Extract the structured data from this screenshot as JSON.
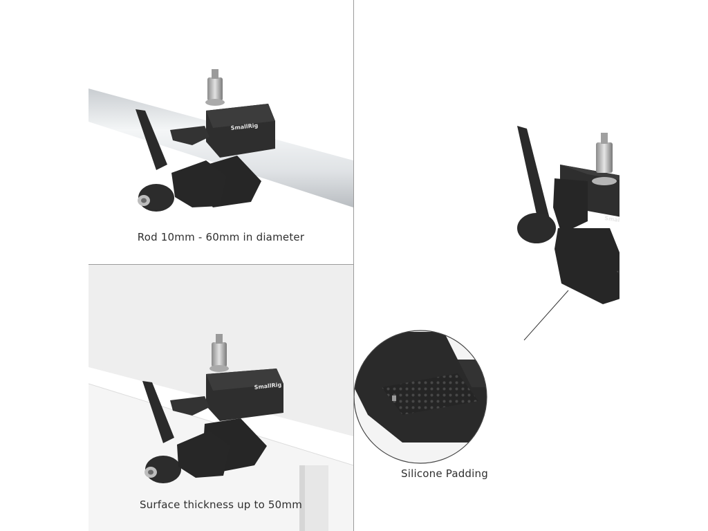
{
  "brand": "SmallRig",
  "panels": {
    "rod": {
      "caption": "Rod 10mm - 60mm in diameter"
    },
    "surface": {
      "caption": "Surface thickness up to 50mm"
    },
    "detail": {
      "caption": "Silicone Padding"
    }
  },
  "colors": {
    "background": "#ffffff",
    "divider": "#9a9a9a",
    "clamp_body": "#2b2b2b",
    "rod": "#e4e7ea",
    "table": "#f2f2f2",
    "caption_text": "#2e2e2e"
  }
}
